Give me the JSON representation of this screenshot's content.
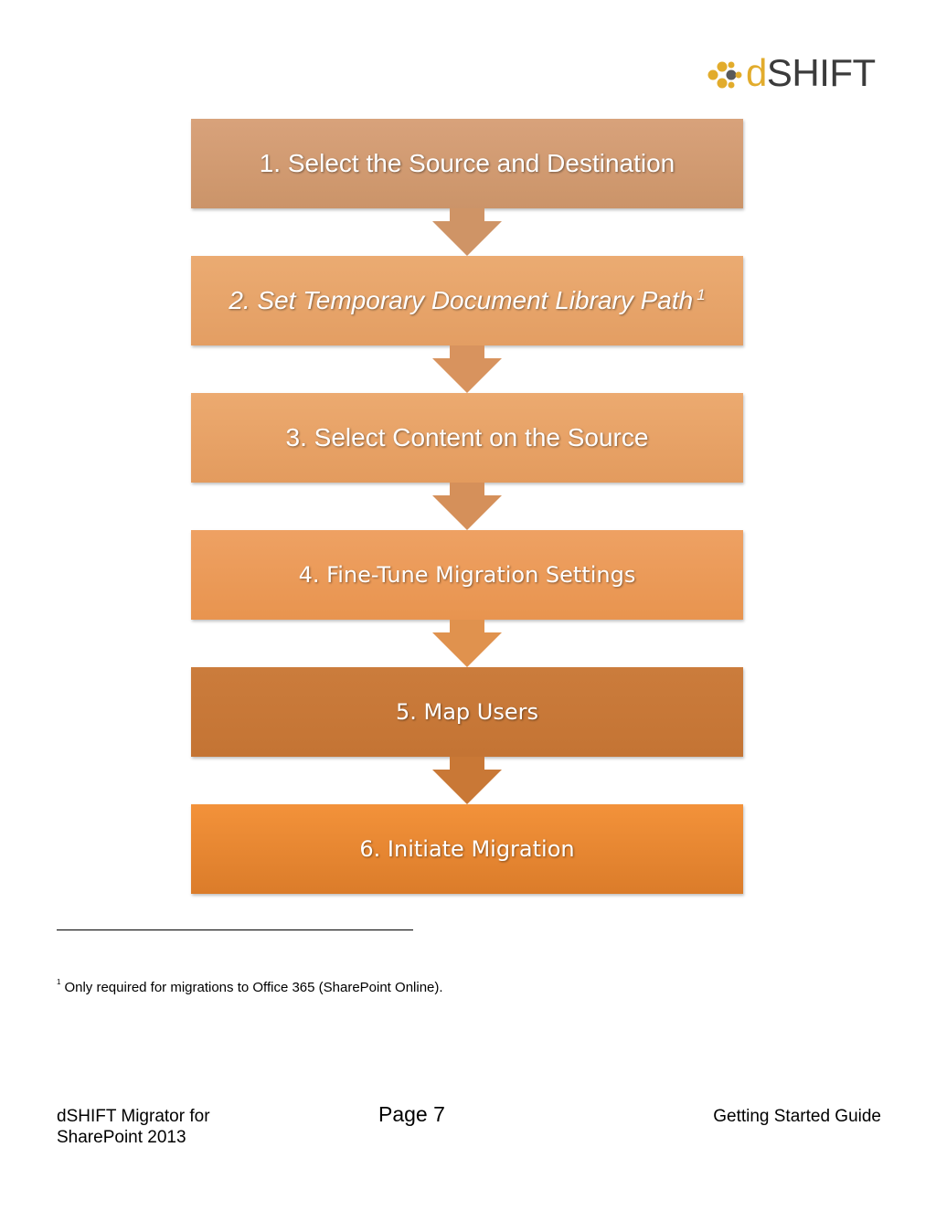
{
  "logo": {
    "text_d": "d",
    "text_rest": "SHIFT",
    "colors": {
      "gold": "#e2ac2c",
      "dark": "#3b3b3b"
    }
  },
  "steps": [
    {
      "label": "1. Select the Source and Destination"
    },
    {
      "label": "2. Set Temporary Document Library Path",
      "footnote_ref": "1"
    },
    {
      "label": "3. Select Content on the Source"
    },
    {
      "label": "4. Fine-Tune Migration Settings"
    },
    {
      "label": "5. Map Users"
    },
    {
      "label": "6. Initiate Migration"
    }
  ],
  "arrow_colors": [
    "#cf9466",
    "#d8935e",
    "#d5905a",
    "#e0924e",
    "#c97836"
  ],
  "footnote": {
    "marker": "1",
    "text": "Only required for migrations to Office 365 (SharePoint Online)."
  },
  "footer": {
    "left_line1": "dSHIFT Migrator for",
    "left_line2": "SharePoint 2013",
    "center": "Page 7",
    "right": "Getting Started Guide"
  }
}
